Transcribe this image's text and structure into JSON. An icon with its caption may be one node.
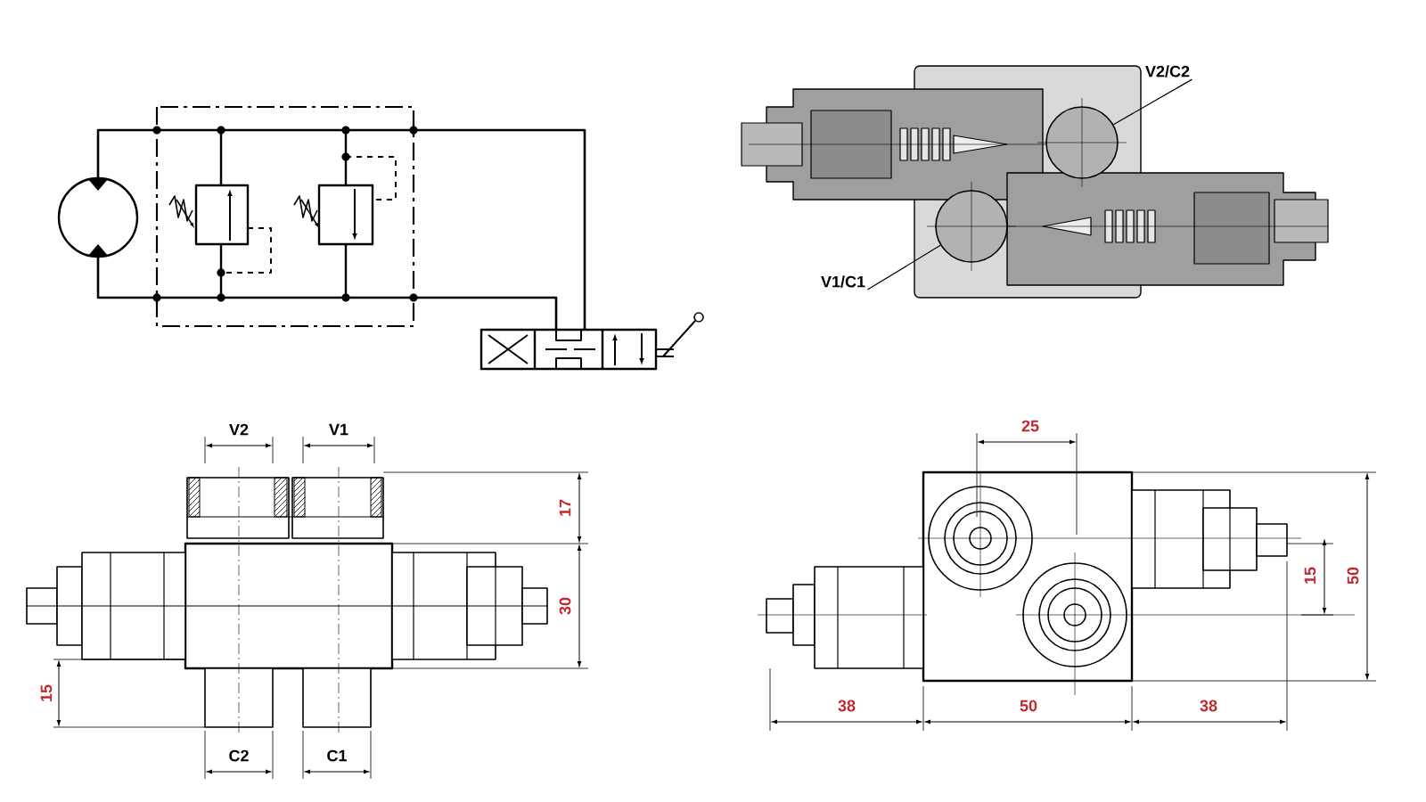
{
  "diagram": {
    "nodes": [
      {
        "text": [
          "V2/C2"
        ]
      },
      {
        "text": [],
        "shape": "circle"
      },
      {
        "text": [
          "V1/C1"
        ]
      },
      {
        "text": [],
        "shape": "circle"
      }
    ],
    "edges": [
      {
        "from": 0,
        "to": 1,
        "arrow": "none"
      },
      {
        "from": 2,
        "to": 3,
        "arrow": "none"
      }
    ],
    "labels": [
      "V2",
      "V1",
      "17",
      "30",
      "15",
      "C2",
      "C1",
      "25",
      "15",
      "50",
      "38",
      "50",
      "38"
    ]
  }
}
